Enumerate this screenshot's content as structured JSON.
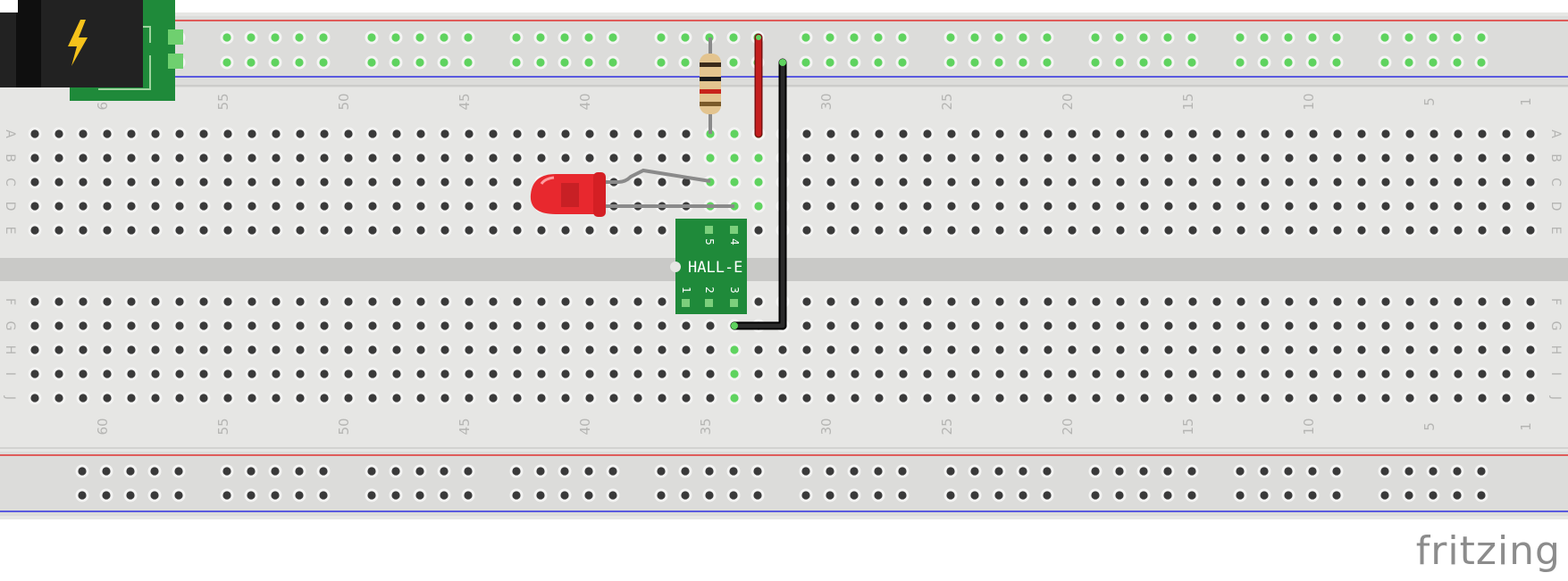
{
  "breadboard": {
    "column_numbers": [
      "60",
      "55",
      "50",
      "45",
      "40",
      "35",
      "30",
      "25",
      "20",
      "15",
      "10",
      "5",
      "1"
    ],
    "row_letters_top": [
      "A",
      "B",
      "C",
      "D",
      "E"
    ],
    "row_letters_bottom": [
      "F",
      "G",
      "H",
      "I",
      "J"
    ]
  },
  "components": {
    "sensor_label": "HALL-E",
    "sensor_pins_top": [
      "5",
      "4"
    ],
    "sensor_pins_bottom": [
      "1",
      "2",
      "3"
    ]
  },
  "colors": {
    "board": "#e6e6e4",
    "hole": "#3a3a3a",
    "hole_connected": "#5fd35f",
    "rail_red": "#e0312f",
    "rail_blue": "#2e2ee0",
    "led": "#e8282e",
    "sensor_pcb": "#1f8a3a",
    "wire_red": "#c41e1e",
    "wire_black": "#1a1a1a",
    "lead_grey": "#8a8a8a"
  },
  "brand": "fritzing"
}
